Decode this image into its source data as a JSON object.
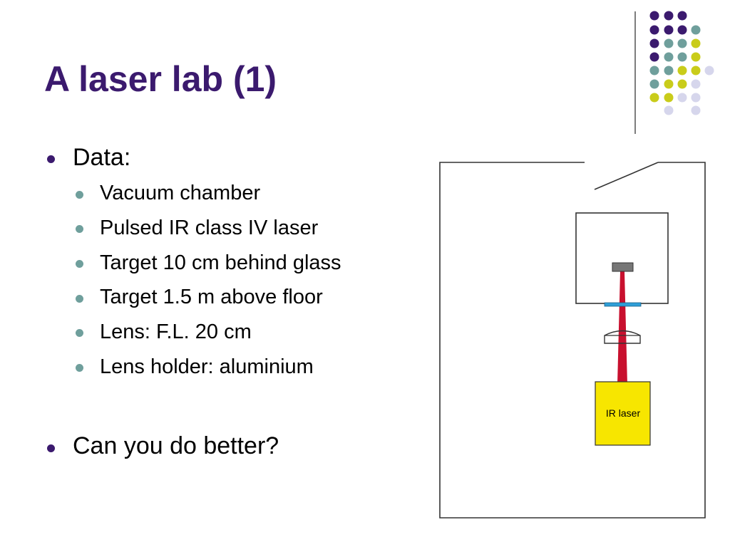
{
  "slide": {
    "title": "A laser lab (1)",
    "bullets": [
      {
        "text": "Data:",
        "subitems": [
          "Vacuum chamber",
          "Pulsed IR class IV laser",
          "Target 10 cm behind glass",
          "Target 1.5 m above floor",
          "Lens: F.L. 20 cm",
          "Lens holder: aluminium"
        ]
      },
      {
        "text": "Can you do better?"
      }
    ]
  },
  "diagram": {
    "laser_label": "IR laser",
    "colors": {
      "laser_box": "#f7e600",
      "beam": "#c8102e",
      "window": "#2f9fd8",
      "target": "#777777"
    }
  },
  "theme": {
    "colors": {
      "title": "#3b1a6e",
      "dot_purple": "#3b1a6e",
      "dot_teal": "#6f9f9c",
      "dot_yellow": "#c9cc1a",
      "dot_lilac": "#d6d6ec"
    }
  }
}
